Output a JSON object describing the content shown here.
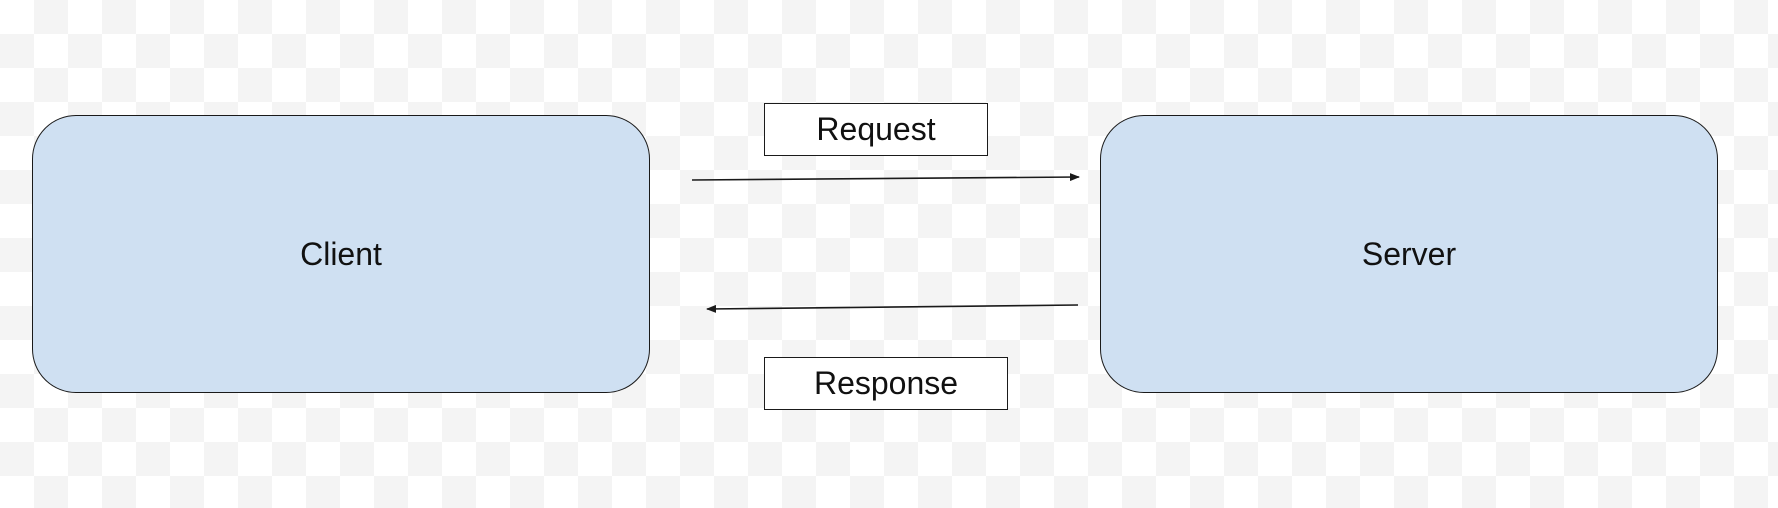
{
  "diagram": {
    "nodes": {
      "client": {
        "label": "Client"
      },
      "server": {
        "label": "Server"
      }
    },
    "edges": {
      "request": {
        "label": "Request",
        "from": "Client",
        "to": "Server"
      },
      "response": {
        "label": "Response",
        "from": "Server",
        "to": "Client"
      }
    },
    "colors": {
      "node_fill": "#cfe0f2",
      "stroke": "#1a1a1a",
      "label_fill": "#ffffff",
      "background_checker": "#f4f4f4"
    }
  }
}
